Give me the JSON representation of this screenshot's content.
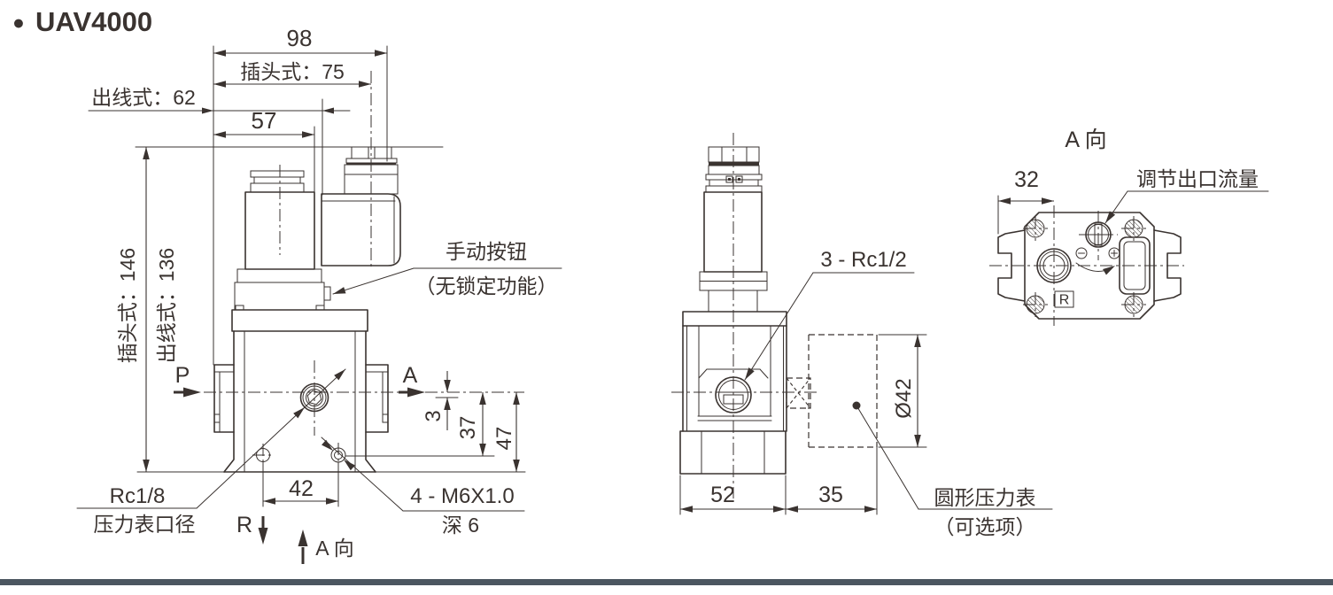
{
  "title": {
    "bullet": "●",
    "text": "UAV4000"
  },
  "colors": {
    "line": "#3a3330",
    "footer_bar": "#4c5660",
    "background": "#ffffff"
  },
  "front_view": {
    "dims": {
      "total_width": "98",
      "plug_width": "插头式：75",
      "wire_width": "出线式：62",
      "coil_width": "57",
      "plug_height": "插头式：146",
      "wire_height": "出线式：136",
      "gauge_offset": "3",
      "mount_offset": "37",
      "base_height": "47",
      "mount_spacing": "42"
    },
    "labels": {
      "manual_button": "手动按钮",
      "manual_button_note": "（无锁定功能）",
      "port_in": "P",
      "port_out": "A",
      "port_exhaust": "R",
      "view_direction": "A 向",
      "gauge_thread": "Rc1/8",
      "gauge_port": "压力表口径",
      "mount_thread": "4 - M6X1.0",
      "mount_depth": "深 6"
    }
  },
  "side_view": {
    "dims": {
      "body_width": "52",
      "gauge_distance": "35",
      "gauge_diameter": "Ø42"
    },
    "labels": {
      "port_thread": "3 - Rc1/2",
      "gauge_name": "圆形压力表",
      "gauge_note": "（可选项）"
    }
  },
  "bottom_view": {
    "view_title": "A 向",
    "dims": {
      "port_offset": "32"
    },
    "labels": {
      "flow_adjust": "调节出口流量",
      "port_r": "R"
    }
  }
}
